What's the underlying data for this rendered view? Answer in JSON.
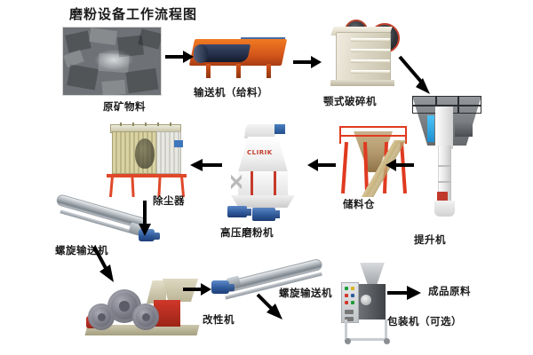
{
  "diagram": {
    "title": "磨粉设备工作流程图",
    "background_color": "#ffffff",
    "text_color": "#1a1a1a",
    "arrow_color": "#000000"
  },
  "nodes": [
    {
      "id": "raw-ore",
      "label": "原矿物料",
      "icon": "ore-rock-photo"
    },
    {
      "id": "feeder-conveyor",
      "label": "输送机（给料）",
      "icon": "belt-conveyor",
      "accent": "#e0611c"
    },
    {
      "id": "jaw-crusher",
      "label": "颚式破碎机",
      "icon": "jaw-crusher",
      "accent": "#ddd8c6"
    },
    {
      "id": "bucket-elevator",
      "label": "提升机",
      "icon": "bucket-elevator",
      "accent": "#c9cccf"
    },
    {
      "id": "storage-bin",
      "label": "储料仓",
      "icon": "storage-hopper",
      "accent": "#e03a20"
    },
    {
      "id": "high-pressure-mill",
      "label": "高压磨粉机",
      "icon": "grinding-mill",
      "accent": "#c63b2a"
    },
    {
      "id": "dust-collector",
      "label": "除尘器",
      "icon": "bag-filter",
      "accent": "#d9d3a4"
    },
    {
      "id": "screw-conveyor-1",
      "label": "螺旋输送机",
      "icon": "screw-conveyor",
      "accent": "#2f5a9c"
    },
    {
      "id": "modifier",
      "label": "改性机",
      "icon": "surface-modifier",
      "accent": "#d0382a"
    },
    {
      "id": "screw-conveyor-2",
      "label": "螺旋输送机",
      "icon": "screw-conveyor",
      "accent": "#2f5a9c"
    },
    {
      "id": "packing-machine",
      "label": "包装机（可选）",
      "icon": "packing-machine",
      "accent": "#55595e"
    },
    {
      "id": "finished-product",
      "label": "成品原料",
      "icon": "finished-material"
    }
  ],
  "mill_logo_text": "CLIRIK",
  "flow": [
    {
      "from": "raw-ore",
      "to": "feeder-conveyor",
      "direction": "right"
    },
    {
      "from": "feeder-conveyor",
      "to": "jaw-crusher",
      "direction": "right"
    },
    {
      "from": "jaw-crusher",
      "to": "bucket-elevator",
      "direction": "down-right"
    },
    {
      "from": "bucket-elevator",
      "to": "storage-bin",
      "direction": "left"
    },
    {
      "from": "storage-bin",
      "to": "high-pressure-mill",
      "direction": "left"
    },
    {
      "from": "high-pressure-mill",
      "to": "dust-collector",
      "direction": "left"
    },
    {
      "from": "dust-collector",
      "to": "screw-conveyor-1",
      "direction": "down"
    },
    {
      "from": "screw-conveyor-1",
      "to": "modifier",
      "direction": "down-right"
    },
    {
      "from": "modifier",
      "to": "screw-conveyor-2",
      "direction": "right"
    },
    {
      "from": "screw-conveyor-2",
      "to": "packing-machine",
      "direction": "down-right"
    },
    {
      "from": "packing-machine",
      "to": "finished-product",
      "direction": "right"
    }
  ]
}
